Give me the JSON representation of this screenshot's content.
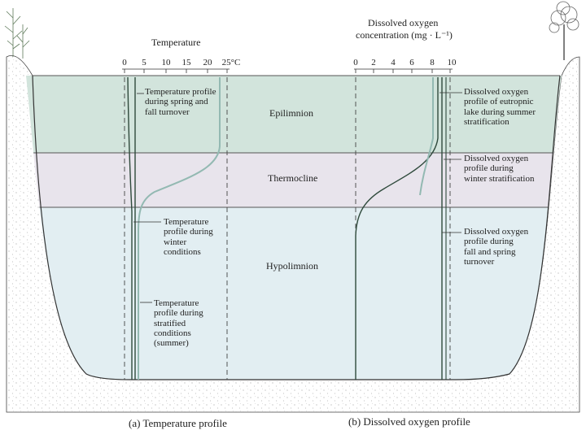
{
  "temperature_axis": {
    "title": "Temperature",
    "ticks": [
      "0",
      "5",
      "10",
      "15",
      "20",
      "25°C"
    ]
  },
  "oxygen_axis": {
    "title_lines": [
      "Dissolved oxygen",
      "concentration (mg · L⁻¹)"
    ],
    "ticks": [
      "0",
      "2",
      "4",
      "6",
      "8",
      "10"
    ]
  },
  "layers": {
    "epilimnion": "Epilimnion",
    "thermocline": "Thermocline",
    "hypolimnion": "Hypolimnion"
  },
  "temp_labels": {
    "turnover": [
      "Temperature profile",
      "during spring and",
      "fall turnover"
    ],
    "winter": [
      "Temperature",
      "profile during",
      "winter",
      "conditions"
    ],
    "stratified": [
      "Temperature",
      "profile during",
      "stratified",
      "conditions",
      "(summer)"
    ]
  },
  "oxygen_labels": {
    "eutrophic": [
      "Dissolved oxygen",
      "profile of eutropnic",
      "lake during summer",
      "stratification"
    ],
    "winter": [
      "Dissolved oxygen",
      "profile during",
      "winter stratification"
    ],
    "turnover": [
      "Dissolved oxygen",
      "profile during",
      "fall and spring",
      "turnover"
    ]
  },
  "captions": {
    "a": "(a) Temperature profile",
    "b": "(b) Dissolved oxygen profile"
  },
  "colors": {
    "epilimnion": "#d2e4dc",
    "thermocline": "#e8e4ec",
    "hypolimnion": "#e2eef2",
    "dark_curve": "#2f4a3c",
    "light_curve": "#93b9b2"
  }
}
